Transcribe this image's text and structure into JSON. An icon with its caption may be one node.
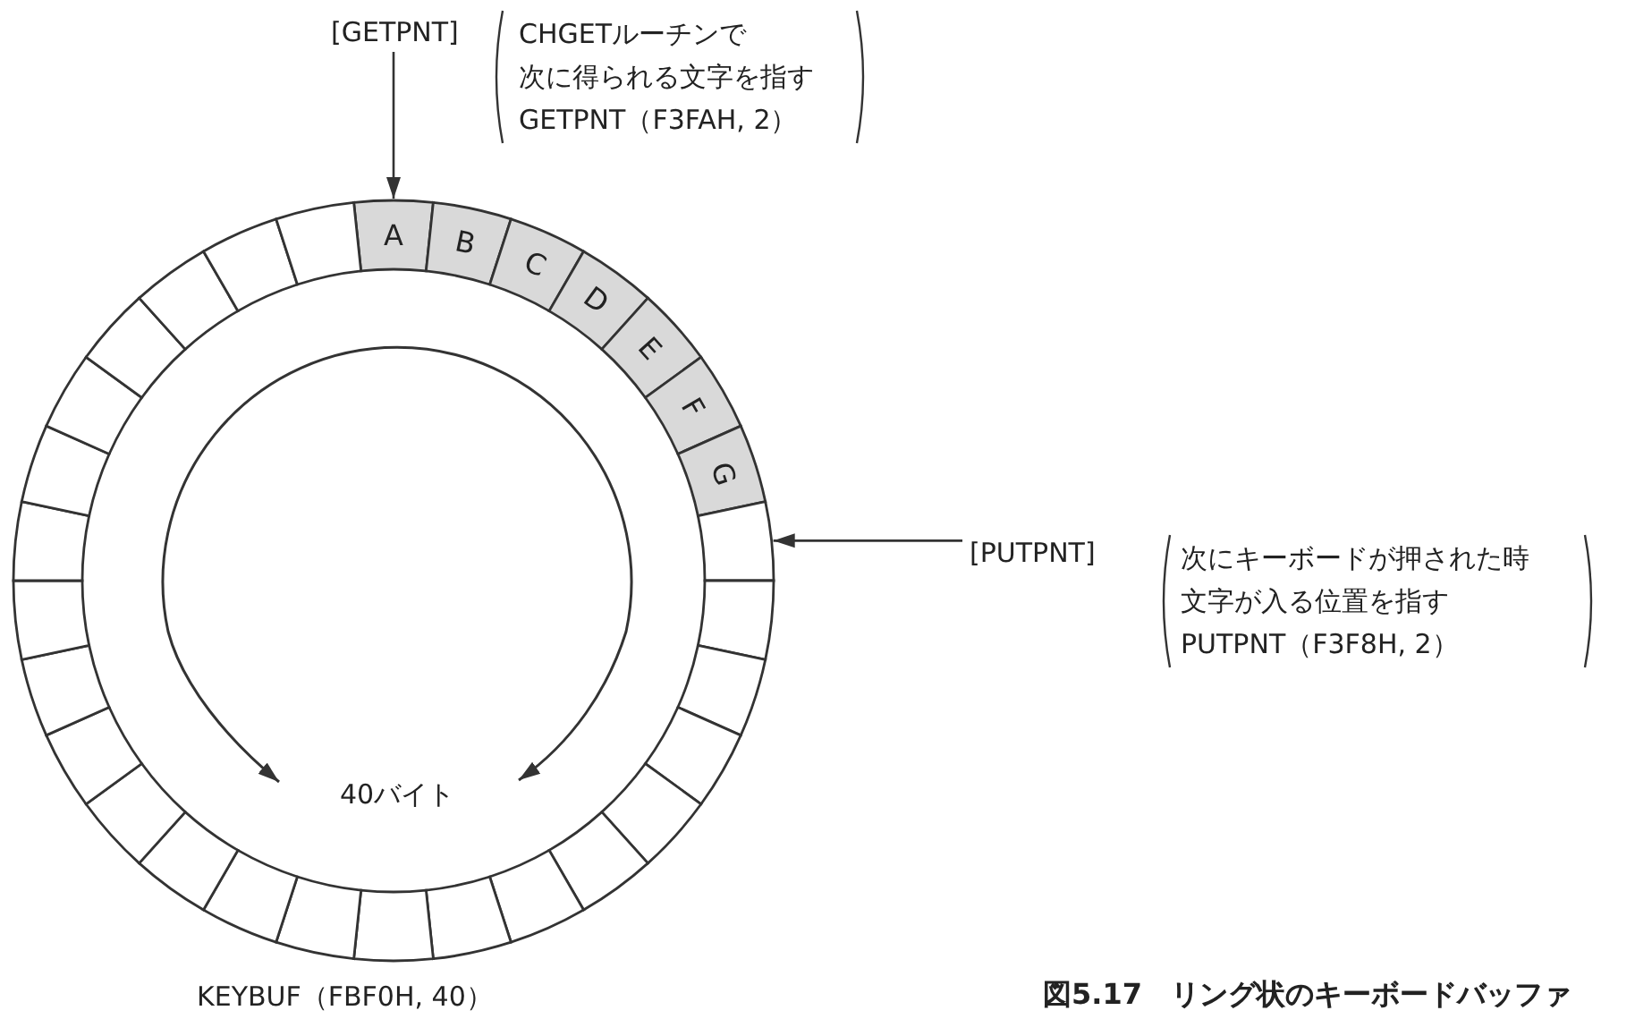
{
  "diagram": {
    "caption": "図5.17　リング状のキーボードバッファ",
    "nodes": [
      {
        "text": [
          "[GETPNT]"
        ],
        "beside": [
          "CHGETルーチンで",
          "次に得られる文字を指す",
          "GETPNT（F3FAH, 2）"
        ]
      },
      {
        "text": [
          "A"
        ]
      },
      {
        "text": [
          "B"
        ]
      },
      {
        "text": [
          "C"
        ]
      },
      {
        "text": [
          "D"
        ]
      },
      {
        "text": [
          "E"
        ]
      },
      {
        "text": [
          "F"
        ]
      },
      {
        "text": [
          "G"
        ]
      },
      {
        "text": [],
        "shape": "box"
      },
      {
        "text": [],
        "shape": "box"
      },
      {
        "text": [],
        "shape": "box"
      },
      {
        "text": [],
        "shape": "box"
      },
      {
        "text": [],
        "shape": "box"
      },
      {
        "text": [],
        "shape": "box"
      },
      {
        "text": [],
        "shape": "box"
      },
      {
        "text": [],
        "shape": "box"
      },
      {
        "text": [],
        "shape": "box"
      },
      {
        "text": [],
        "shape": "box"
      },
      {
        "text": [],
        "shape": "box"
      },
      {
        "text": [],
        "shape": "box"
      },
      {
        "text": [],
        "shape": "box"
      },
      {
        "text": [],
        "shape": "box"
      },
      {
        "text": [],
        "shape": "box"
      },
      {
        "text": [],
        "shape": "box"
      },
      {
        "text": [],
        "shape": "box"
      },
      {
        "text": [],
        "shape": "box"
      },
      {
        "text": [],
        "shape": "box"
      },
      {
        "text": [],
        "shape": "box"
      },
      {
        "text": [],
        "shape": "box"
      },
      {
        "text": [],
        "shape": "box"
      },
      {
        "text": [],
        "shape": "box"
      },
      {
        "text": [
          "[PUTPNT]"
        ],
        "beside": [
          "次にキーボードが押された時",
          "文字が入る位置を指す",
          "PUTPNT（F3F8H, 2）"
        ]
      }
    ],
    "edges": [
      {
        "from": 0,
        "to": 1,
        "arrow": "to"
      },
      {
        "from": 31,
        "to": 8,
        "arrow": "to"
      }
    ],
    "labels": [
      "40バイト",
      "KEYBUF（FBF0H, 40）"
    ]
  }
}
